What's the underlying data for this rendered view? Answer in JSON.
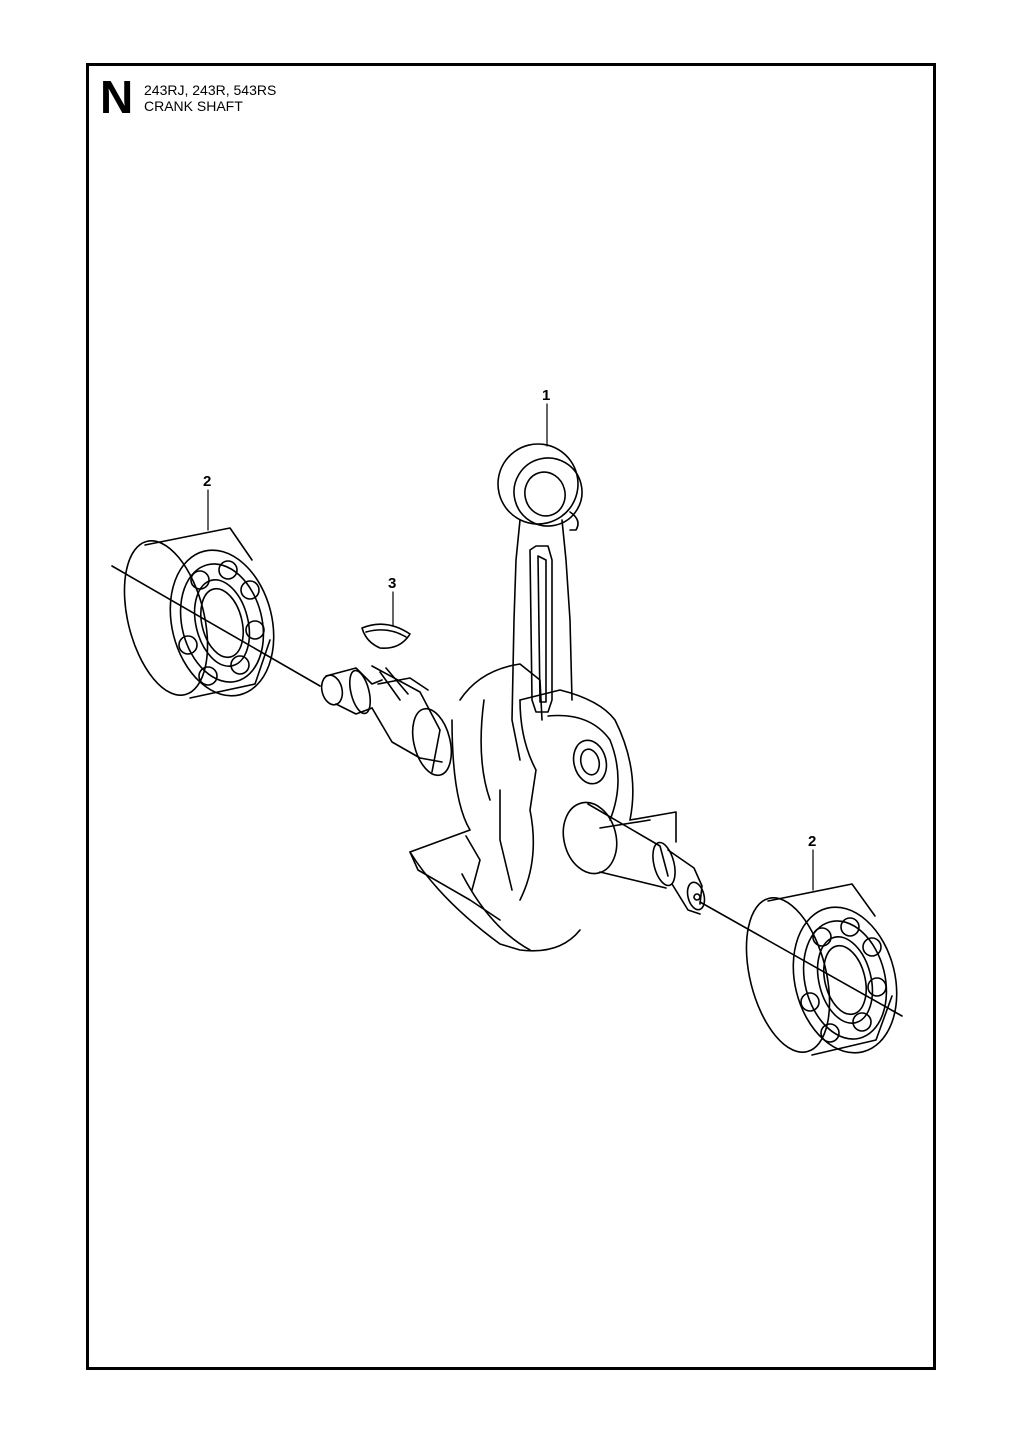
{
  "header": {
    "section_letter": "N",
    "models": "243RJ, 243R, 543RS",
    "title": "CRANK SHAFT"
  },
  "callouts": [
    {
      "id": "1",
      "part": "connecting-rod"
    },
    {
      "id": "2",
      "part": "bearing-left"
    },
    {
      "id": "3",
      "part": "woodruff-key"
    },
    {
      "id": "2",
      "part": "bearing-right"
    }
  ],
  "colors": {
    "line": "#000000",
    "background": "#ffffff"
  }
}
